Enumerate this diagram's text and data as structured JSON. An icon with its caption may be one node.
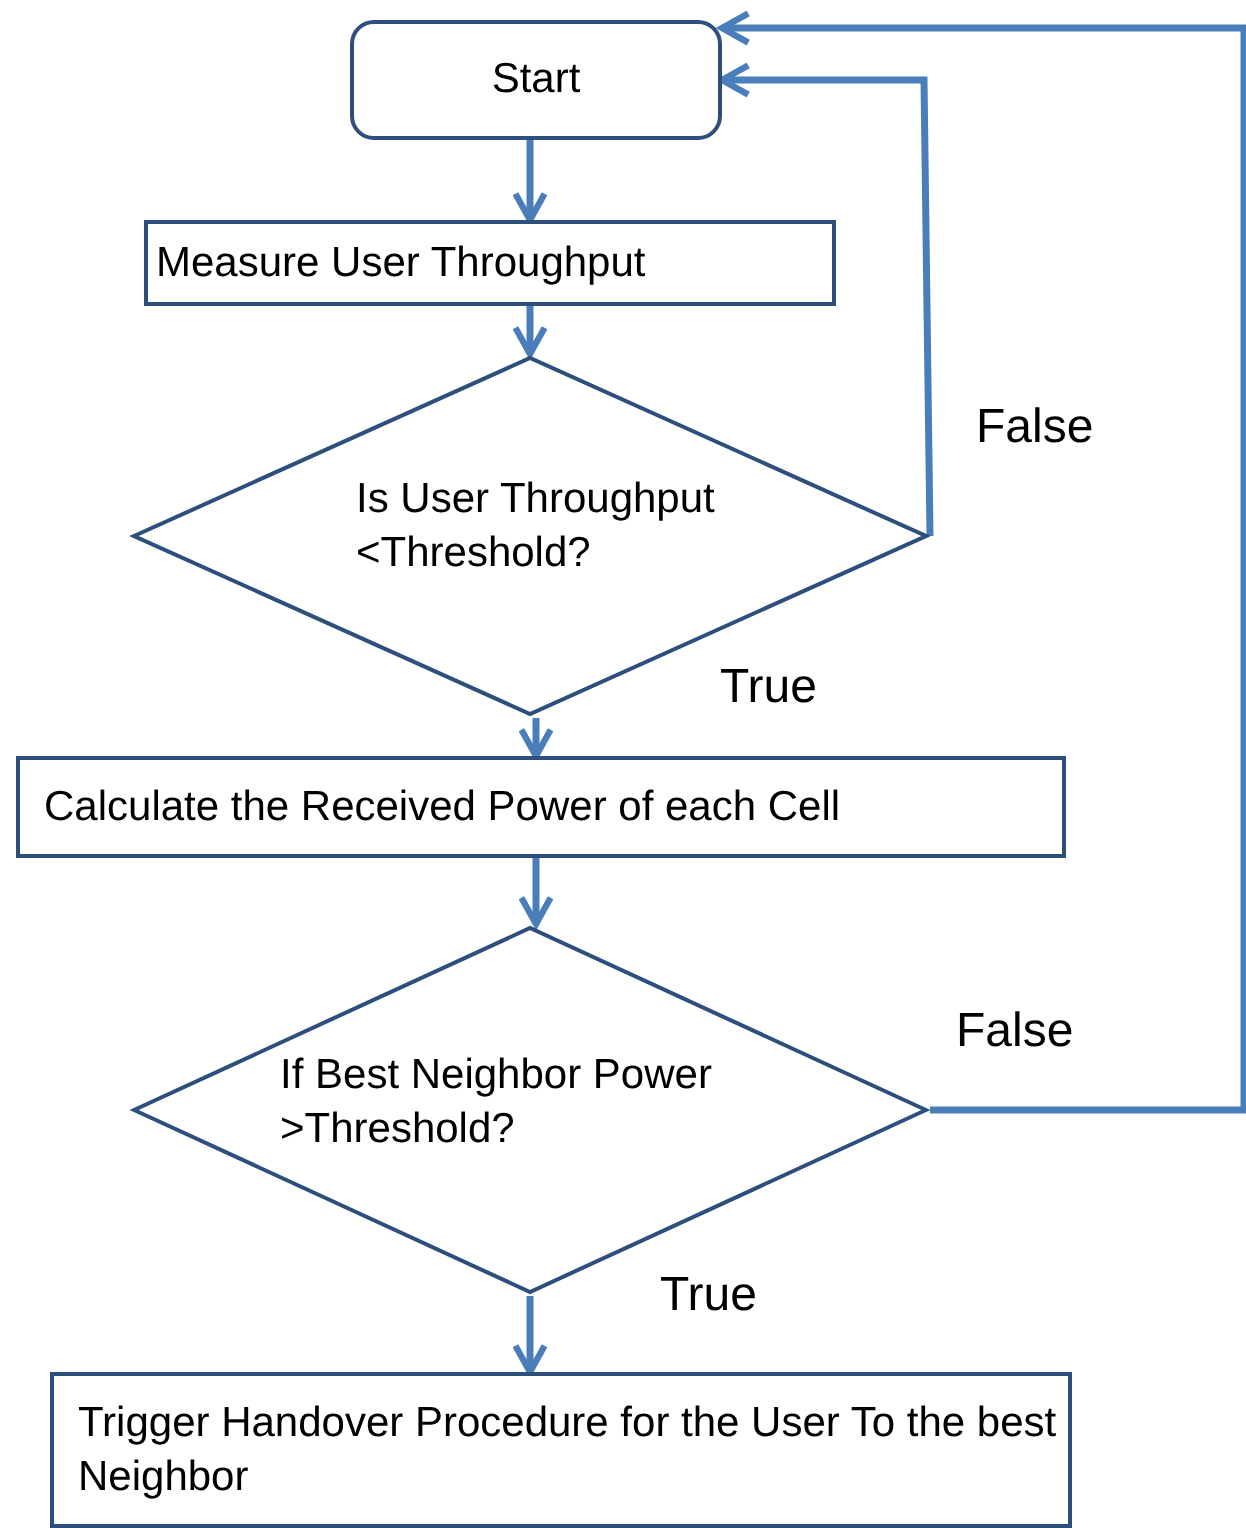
{
  "diagram": {
    "nodes": [
      {
        "text": [
          "Start"
        ]
      },
      {
        "text": [
          "Measure User Throughput"
        ]
      },
      {
        "text": [
          "Is User Throughput <Threshold?"
        ]
      },
      {
        "text": [
          "Calculate the Received Power of each Cell"
        ]
      },
      {
        "text": [
          "If Best Neighbor Power >Threshold?"
        ]
      },
      {
        "text": [
          "Trigger Handover Procedure for the User To the best Neighbor"
        ]
      }
    ],
    "edges": [
      {
        "from": 0,
        "to": 1,
        "arrow": "to"
      },
      {
        "from": 1,
        "to": 2,
        "arrow": "to"
      },
      {
        "from": 2,
        "to": 3,
        "arrow": "to",
        "label": "True"
      },
      {
        "from": 3,
        "to": 4,
        "arrow": "to"
      },
      {
        "from": 4,
        "to": 5,
        "arrow": "to",
        "label": "True"
      },
      {
        "from": 2,
        "to": 0,
        "arrow": "to",
        "label": "False"
      },
      {
        "from": 4,
        "to": 0,
        "arrow": "to",
        "label": "False"
      }
    ]
  }
}
